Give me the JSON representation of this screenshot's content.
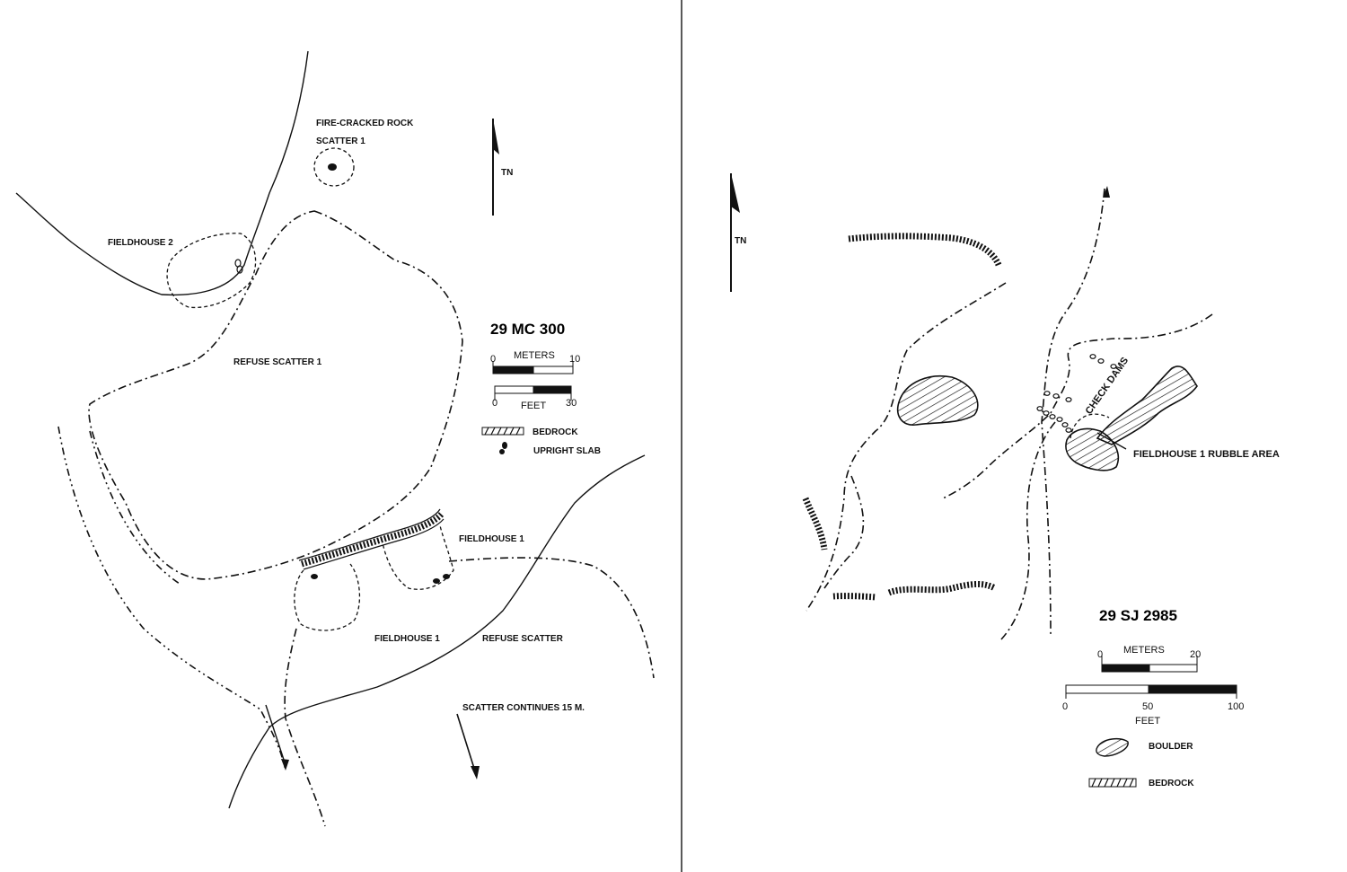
{
  "left_map": {
    "site_number": "29 MC 300",
    "north_arrow": "TN",
    "labels": {
      "fire_cracked_rock_line1": "FIRE-CRACKED ROCK",
      "fire_cracked_rock_line2": "SCATTER 1",
      "fieldhouse_2": "FIELDHOUSE  2",
      "refuse_scatter_1": "REFUSE SCATTER 1",
      "fieldhouse_1_upper": "FIELDHOUSE 1",
      "fieldhouse_1_lower": "FIELDHOUSE 1",
      "refuse_scatter": "REFUSE SCATTER",
      "scatter_continues": "SCATTER CONTINUES 15 M."
    },
    "scale": {
      "meters_label": "METERS",
      "meters_min": "0",
      "meters_max": "10",
      "feet_label": "FEET",
      "feet_min": "0",
      "feet_max": "30"
    },
    "legend": {
      "bedrock": "BEDROCK",
      "upright_slab": "UPRIGHT SLAB"
    }
  },
  "right_map": {
    "site_number": "29 SJ 2985",
    "north_arrow": "TN",
    "labels": {
      "check_dams": "CHECK DAMS",
      "fieldhouse_1_rubble": "FIELDHOUSE 1 RUBBLE AREA"
    },
    "scale": {
      "meters_label": "METERS",
      "meters_min": "0",
      "meters_max": "20",
      "feet_label": "FEET",
      "feet_min": "0",
      "feet_mid": "50",
      "feet_max": "100"
    },
    "legend": {
      "boulder": "BOULDER",
      "bedrock": "BEDROCK"
    }
  },
  "colors": {
    "ink": "#111111",
    "paper": "#ffffff"
  }
}
